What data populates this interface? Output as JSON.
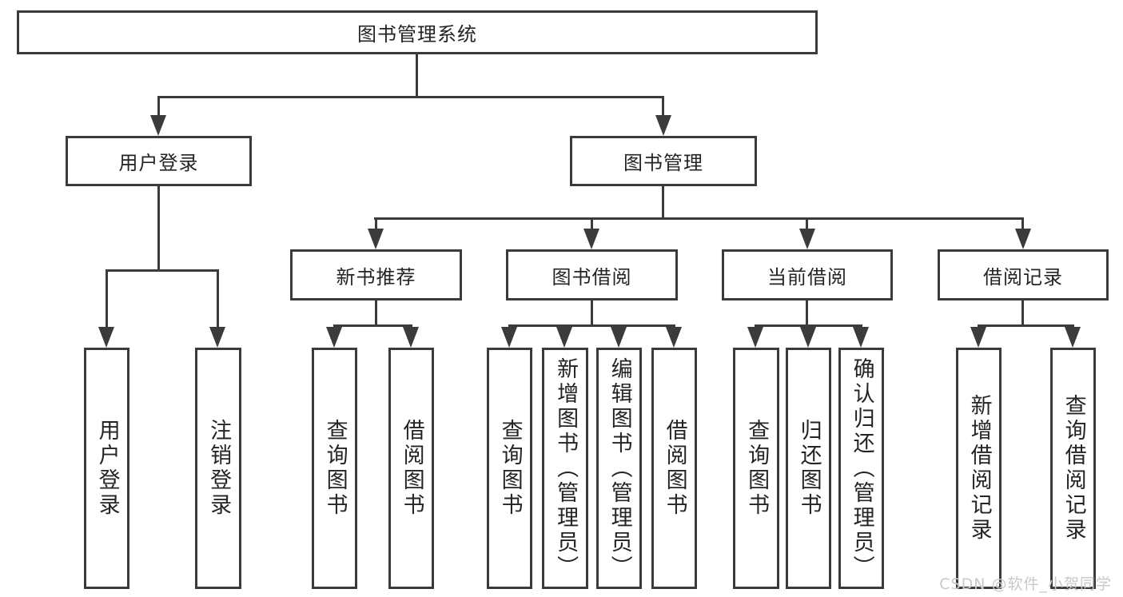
{
  "diagram": {
    "root": {
      "label": "图书管理系统",
      "children": [
        {
          "label": "用户登录",
          "children": [
            {
              "label": "用户登录"
            },
            {
              "label": "注销登录"
            }
          ]
        },
        {
          "label": "图书管理",
          "children": [
            {
              "label": "新书推荐",
              "children": [
                {
                  "label": "查询图书"
                },
                {
                  "label": "借阅图书"
                }
              ]
            },
            {
              "label": "图书借阅",
              "children": [
                {
                  "label": "查询图书"
                },
                {
                  "label": "新增图书（管理员）"
                },
                {
                  "label": "编辑图书（管理员）"
                },
                {
                  "label": "借阅图书"
                }
              ]
            },
            {
              "label": "当前借阅",
              "children": [
                {
                  "label": "查询图书"
                },
                {
                  "label": "归还图书"
                },
                {
                  "label": "确认归还（管理员）"
                }
              ]
            },
            {
              "label": "借阅记录",
              "children": [
                {
                  "label": "新增借阅记录"
                },
                {
                  "label": "查询借阅记录"
                }
              ]
            }
          ]
        }
      ]
    }
  },
  "watermark": {
    "text": "CSDN @软件_小贺同学"
  },
  "colors": {
    "line": "#3b3b3b",
    "text": "#242424",
    "background": "#ffffff",
    "watermark": "#c9c9c9"
  }
}
